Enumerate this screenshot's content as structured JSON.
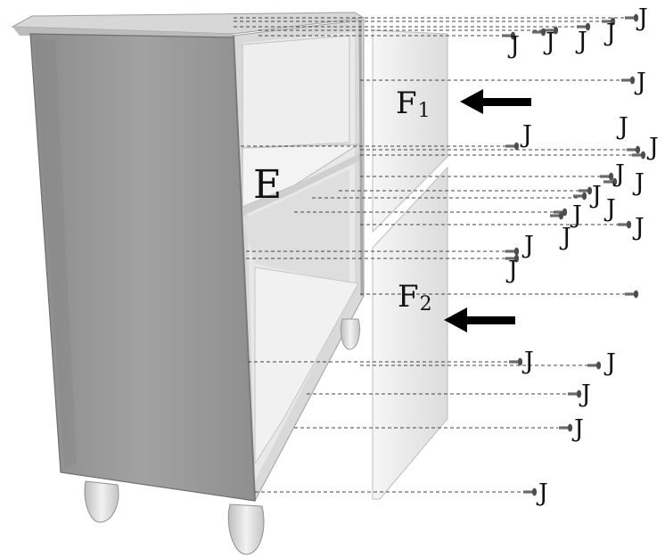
{
  "labels": {
    "cabinet": "E",
    "panel_top": {
      "letter": "F",
      "sub": "1"
    },
    "panel_bottom": {
      "letter": "F",
      "sub": "2"
    },
    "screw": "J"
  },
  "colors": {
    "panel_light": "#ececec",
    "panel_mid": "#d8d8d8",
    "side_panel": "#9a9a9a",
    "side_panel_dark": "#7d7d7d",
    "frame": "#c9c9c9",
    "inner_wall": "#e2e2e2",
    "leader_line": "#444444",
    "arrow": "#000000",
    "screw": "#555555"
  },
  "icons": [
    "screw-icon",
    "arrow-left-icon",
    "bun-foot-icon"
  ]
}
